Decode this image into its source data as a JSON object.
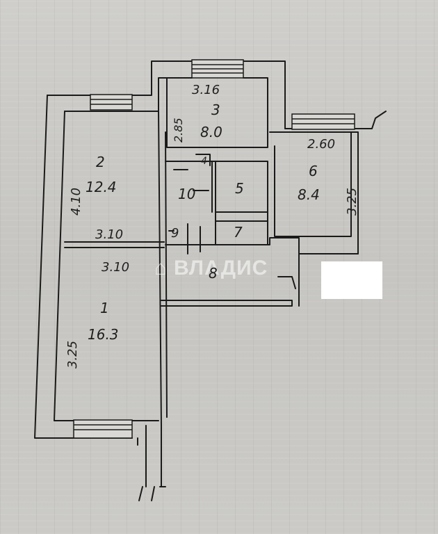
{
  "plan": {
    "rooms": [
      {
        "id": "1",
        "number": "1",
        "area": "16.3"
      },
      {
        "id": "2",
        "number": "2",
        "area": "12.4"
      },
      {
        "id": "3",
        "number": "3",
        "area": "8.0"
      },
      {
        "id": "6",
        "number": "6",
        "area": "8.4"
      },
      {
        "id": "5",
        "number": "5"
      },
      {
        "id": "7",
        "number": "7"
      },
      {
        "id": "9",
        "number": "9"
      },
      {
        "id": "10",
        "number": "10"
      },
      {
        "id": "8",
        "number": "8"
      },
      {
        "id": "4",
        "number": "4"
      }
    ],
    "dimensions": {
      "room3_width": "3.16",
      "room3_depth": "2.85",
      "room2_height": "4.10",
      "room2_width": "3.10",
      "room1_width": "3.10",
      "room1_height": "3.25",
      "room6_width": "2.60",
      "room6_height": "3.25"
    }
  },
  "watermark": {
    "text": "ВЛАДИС"
  }
}
